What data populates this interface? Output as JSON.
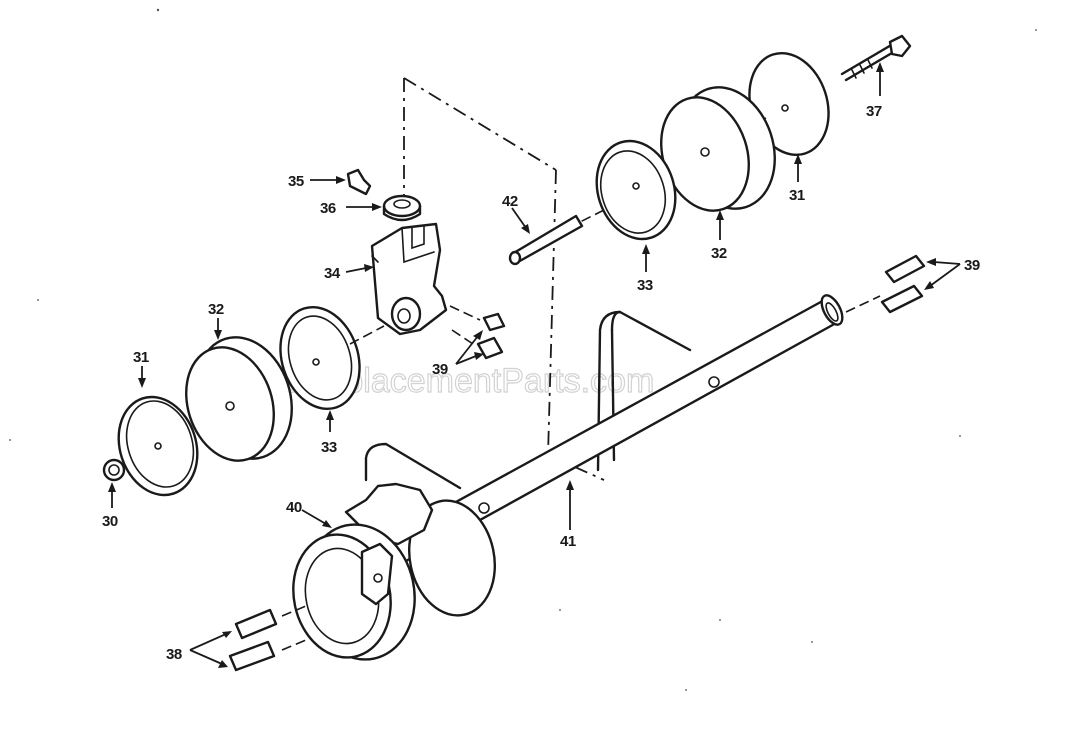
{
  "watermark": "eReplacementParts.com",
  "callouts": {
    "c30": "30",
    "c31_left": "31",
    "c31_right": "31",
    "c32_left": "32",
    "c32_right": "32",
    "c33_left": "33",
    "c33_right": "33",
    "c34": "34",
    "c35": "35",
    "c36": "36",
    "c37": "37",
    "c38": "38",
    "c39_mid": "39",
    "c39_right": "39",
    "c40": "40",
    "c41": "41",
    "c42": "42"
  }
}
